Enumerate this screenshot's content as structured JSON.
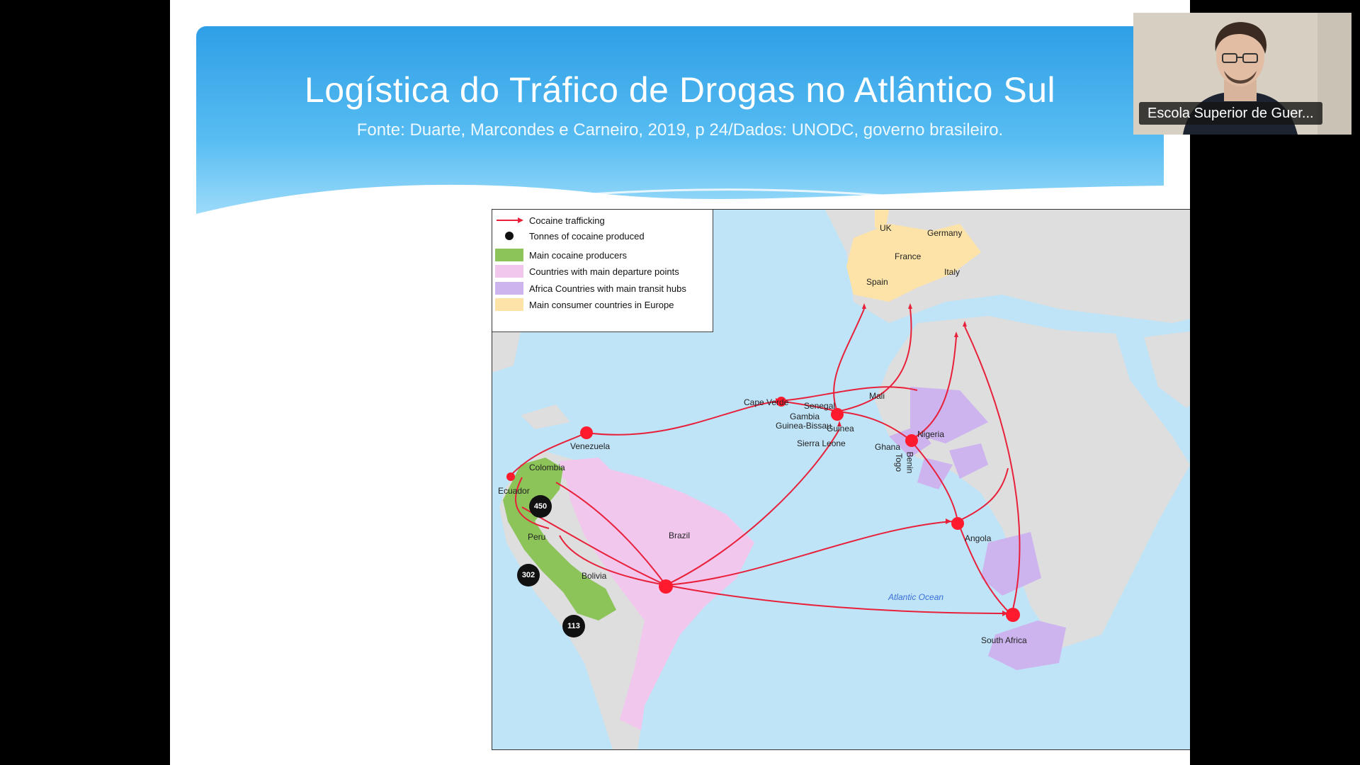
{
  "slide": {
    "title": "Logística do Tráfico de Drogas no Atlântico Sul",
    "subtitle": "Fonte: Duarte, Marcondes e Carneiro, 2019, p 24/Dados: UNODC, governo brasileiro."
  },
  "legend": {
    "items": [
      {
        "label": "Cocaine trafficking",
        "icon": "red-arrow-line",
        "color": "#e8203a"
      },
      {
        "label": "Tonnes of cocaine produced",
        "icon": "black-dot",
        "color": "#111111"
      },
      {
        "label": "Main cocaine producers",
        "color": "#8cc459"
      },
      {
        "label": "Countries with main departure points",
        "color": "#f1c7ee"
      },
      {
        "label": "Africa Countries with main transit hubs",
        "color": "#cdb4ef"
      },
      {
        "label": "Main consumer countries in Europe",
        "color": "#fde3a7"
      }
    ]
  },
  "map": {
    "labels": {
      "uk": "UK",
      "germany": "Germany",
      "france": "France",
      "italy": "Italy",
      "spain": "Spain",
      "mali": "Mali",
      "cape_verde": "Cape Verde",
      "senegal": "Senegal",
      "gambia": "Gambia",
      "guinea_bissau": "Guinea-Bissau",
      "guinea": "Guinea",
      "sierra_leone": "Sierra Leone",
      "ghana": "Ghana",
      "benin": "Benin",
      "togo": "Togo",
      "nigeria": "Nigeria",
      "venezuela": "Venezuela",
      "colombia": "Colombia",
      "ecuador": "Ecuador",
      "peru": "Peru",
      "bolivia": "Bolivia",
      "brazil": "Brazil",
      "angola": "Angola",
      "south_africa": "South Africa",
      "atlantic": "Atlantic Ocean"
    },
    "production": {
      "colombia": "450",
      "peru": "302",
      "bolivia": "113"
    },
    "colors": {
      "ocean": "#bfe3f7",
      "land": "#dedede",
      "route": "#e8203a"
    }
  },
  "webcam": {
    "name": "Escola Superior de Guer..."
  }
}
